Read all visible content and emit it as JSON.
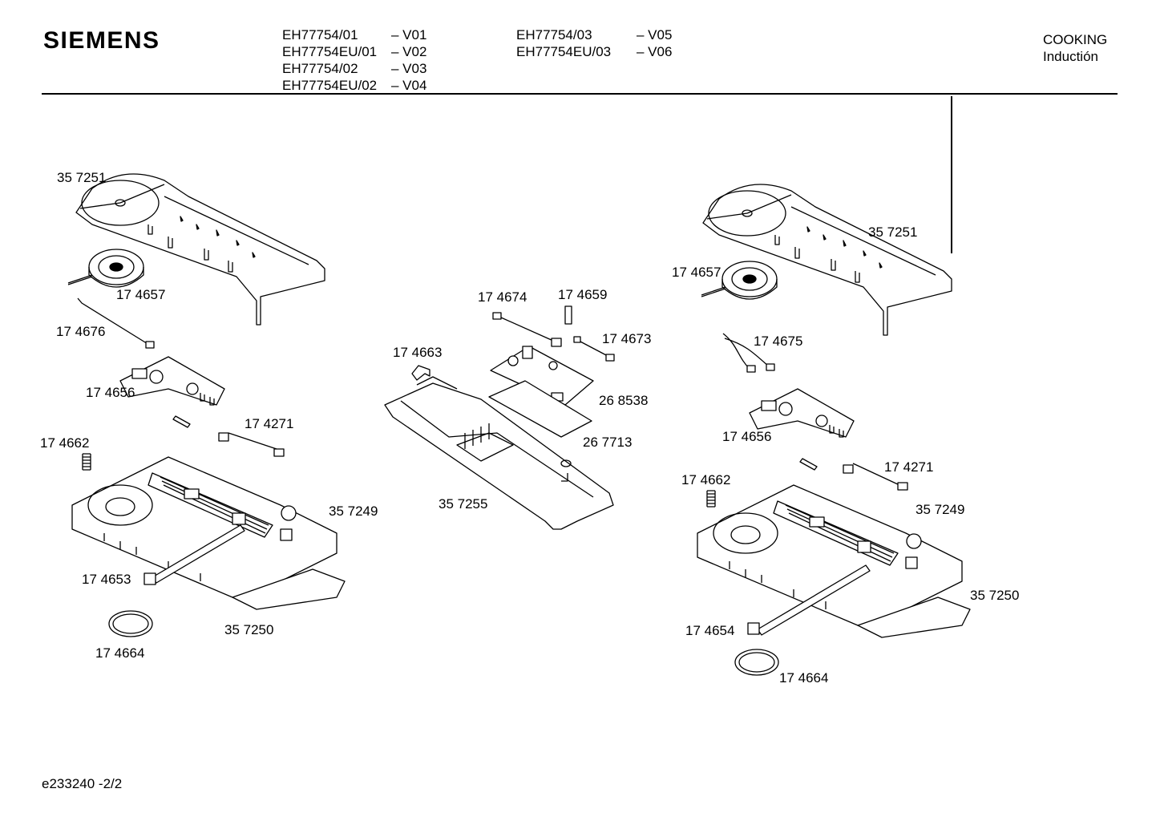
{
  "header": {
    "brand": "SIEMENS",
    "models_col1": [
      {
        "code": "EH77754/01",
        "version": "– V01"
      },
      {
        "code": "EH77754EU/01",
        "version": "– V02"
      },
      {
        "code": "EH77754/02",
        "version": "– V03"
      },
      {
        "code": "EH77754EU/02",
        "version": "– V04"
      }
    ],
    "models_col2": [
      {
        "code": "EH77754/03",
        "version": "– V05"
      },
      {
        "code": "EH77754EU/03",
        "version": "– V06"
      }
    ],
    "category": "COOKING",
    "subcategory": "Inductión"
  },
  "parts_left": {
    "p357251": "35 7251",
    "p174657": "17 4657",
    "p174676": "17 4676",
    "p174656": "17 4656",
    "p174271": "17 4271",
    "p174662": "17 4662",
    "p357249": "35 7249",
    "p174653": "17 4653",
    "p357250": "35 7250",
    "p174664": "17 4664"
  },
  "parts_center": {
    "p174674": "17 4674",
    "p174659": "17 4659",
    "p174673": "17 4673",
    "p174663": "17 4663",
    "p268538": "26 8538",
    "p267713": "26 7713",
    "p357255": "35 7255"
  },
  "parts_right": {
    "p357251": "35 7251",
    "p174657": "17 4657",
    "p174675": "17 4675",
    "p174656": "17 4656",
    "p174271": "17 4271",
    "p174662": "17 4662",
    "p357249": "35 7249",
    "p357250": "35 7250",
    "p174654": "17 4654",
    "p174664": "17 4664"
  },
  "footer": {
    "doc_id": "e233240  -2/2"
  }
}
